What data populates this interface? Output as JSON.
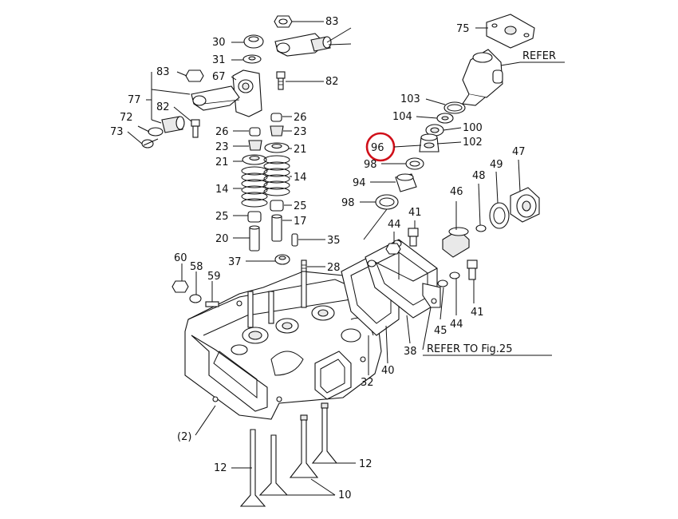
{
  "diagram": {
    "labels": {
      "p83a": "83",
      "p30": "30",
      "p31": "31",
      "p67": "67",
      "p82a": "82",
      "p83b": "83",
      "p77": "77",
      "p82b": "82",
      "p72": "72",
      "p73": "73",
      "p26a": "26",
      "p23a": "23",
      "p21a": "21",
      "p14a": "14",
      "p26b": "26",
      "p23b": "23",
      "p21b": "21",
      "p14b": "14",
      "p25a": "25",
      "p25b": "25",
      "p17": "17",
      "p20": "20",
      "p35": "35",
      "p37": "37",
      "p28": "28",
      "p60": "60",
      "p58": "58",
      "p59": "59",
      "p75": "75",
      "p103": "103",
      "p104": "104",
      "p100": "100",
      "p102": "102",
      "p96": "96",
      "p98a": "98",
      "p94": "94",
      "p98b": "98",
      "p41a": "41",
      "p44a": "44",
      "p46": "46",
      "p48": "48",
      "p49": "49",
      "p47": "47",
      "p41b": "41",
      "p44b": "44",
      "p45": "45",
      "p38": "38",
      "p40": "40",
      "p32": "32",
      "p2": "(2)",
      "p12a": "12",
      "p12b": "12",
      "p10": "10"
    },
    "refer_top": "REFER",
    "refer_fig": "REFER TO Fig.25",
    "highlight_color": "#d0101a",
    "highlighted_part": "96"
  }
}
